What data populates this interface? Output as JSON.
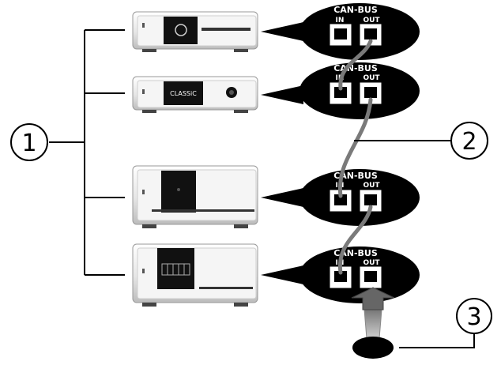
{
  "callouts": {
    "one": "1",
    "two": "2",
    "three": "3"
  },
  "ports": {
    "bus": "CAN-BUS",
    "in": "IN",
    "out": "OUT"
  },
  "devices": {
    "device2_display": "CLASSiC"
  },
  "colors": {
    "cable": "#7a7a7a",
    "bubble": "#000000",
    "device_front": "#ececec",
    "device_panel": "#111111"
  }
}
